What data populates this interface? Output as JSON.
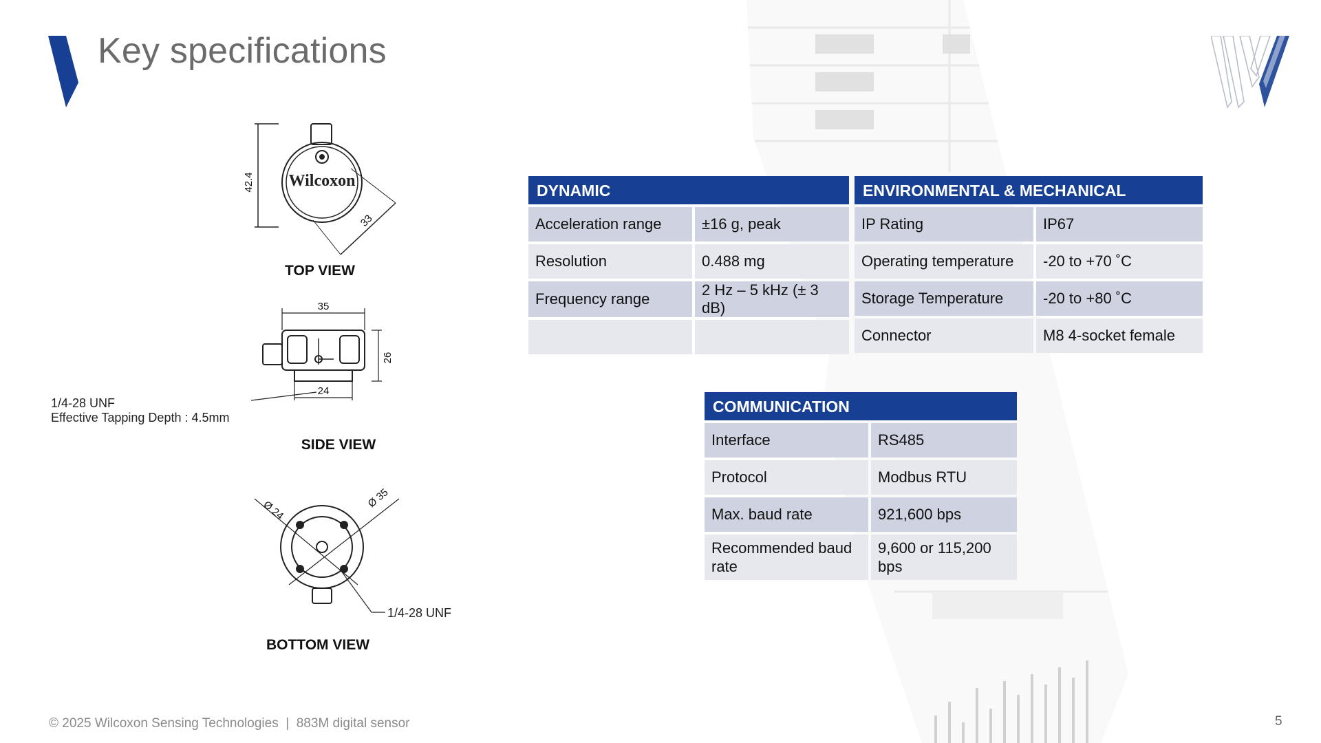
{
  "title": "Key specifications",
  "dynamic": {
    "header": "DYNAMIC",
    "rows": [
      {
        "label": "Acceleration range",
        "value": "±16 g, peak"
      },
      {
        "label": "Resolution",
        "value": "0.488 mg"
      },
      {
        "label": "Frequency range",
        "value": "2 Hz – 5 kHz (± 3 dB)"
      }
    ]
  },
  "environmental": {
    "header": "ENVIRONMENTAL & MECHANICAL",
    "rows": [
      {
        "label": "IP Rating",
        "value": "IP67"
      },
      {
        "label": "Operating temperature",
        "value": "-20 to +70 ˚C"
      },
      {
        "label": "Storage Temperature",
        "value": "-20 to +80 ˚C"
      },
      {
        "label": "Connector",
        "value": "M8 4-socket female"
      }
    ]
  },
  "communication": {
    "header": "COMMUNICATION",
    "rows": [
      {
        "label": "Interface",
        "value": "RS485"
      },
      {
        "label": "Protocol",
        "value": "Modbus RTU"
      },
      {
        "label": "Max. baud rate",
        "value": "921,600 bps"
      },
      {
        "label": "Recommended baud rate",
        "value": "9,600 or 115,200 bps"
      }
    ]
  },
  "drawing": {
    "top_view_label": "TOP VIEW",
    "side_view_label": "SIDE VIEW",
    "bottom_view_label": "BOTTOM VIEW",
    "top_dim_height": "42.4",
    "top_dim_diag": "33",
    "brand_mark": "Wilcoxon",
    "side_dim_width": "35",
    "side_dim_height": "26",
    "side_dim_base": "24",
    "thread_note": "1/4-28 UNF",
    "tapping_note": "Effective Tapping Depth : 4.5mm",
    "bottom_dim_inner": "Ø 24",
    "bottom_dim_outer": "Ø 35",
    "bottom_thread_note": "1/4-28 UNF"
  },
  "footer": "© 2025 Wilcoxon Sensing Technologies  |  883M digital sensor",
  "page_number": "5",
  "colors": {
    "header_blue": "#173f93",
    "row_dark": "#cfd3e1",
    "row_light": "#e7e8ee",
    "title_gray": "#6b6b6b"
  }
}
